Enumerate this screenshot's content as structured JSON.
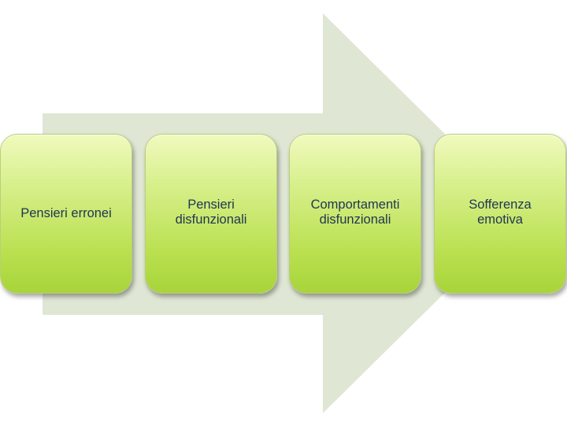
{
  "diagram": {
    "arrow_color": "#dfe6d4",
    "box_text_color": "#1f3553",
    "steps": [
      {
        "label": "Pensieri erronei"
      },
      {
        "label": "Pensieri\ndisfunzionali"
      },
      {
        "label": "Comportamenti\ndisfunzionali"
      },
      {
        "label": "Sofferenza\nemotiva"
      }
    ]
  }
}
